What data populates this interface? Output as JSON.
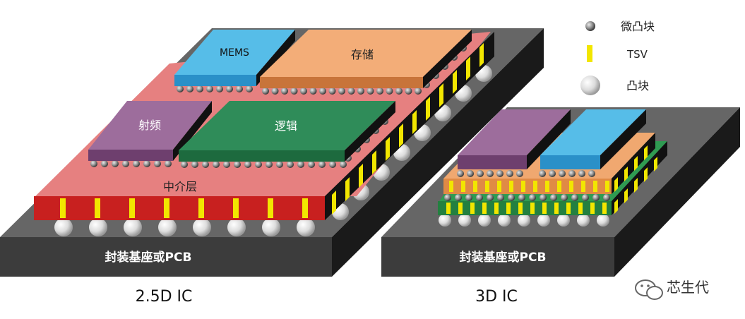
{
  "diagram_25d": {
    "caption": "2.5D IC",
    "substrate_label": "封装基座或PCB",
    "interposer_label": "中介层",
    "chips": {
      "mems": "MEMS",
      "memory": "存储",
      "rf": "射频",
      "logic": "逻辑"
    }
  },
  "diagram_3d": {
    "caption": "3D IC",
    "substrate_label": "封装基座或PCB"
  },
  "legend": {
    "microbump": "微凸块",
    "tsv": "TSV",
    "bump": "凸块"
  },
  "watermark": {
    "text": "芯生代"
  },
  "colors": {
    "substrate_top": "#5f5f5f",
    "substrate_front": "#3a3a3a",
    "interposer_top": "#e07a7a",
    "interposer_front": "#c81e1e",
    "tsv": "#f2e600",
    "mems": "#4cb6e6",
    "memory": "#f0a870",
    "rf": "#9b6a9a",
    "logic": "#2e8b57",
    "orange_layer": "#e89a5c",
    "green_layer": "#2f9b52"
  }
}
